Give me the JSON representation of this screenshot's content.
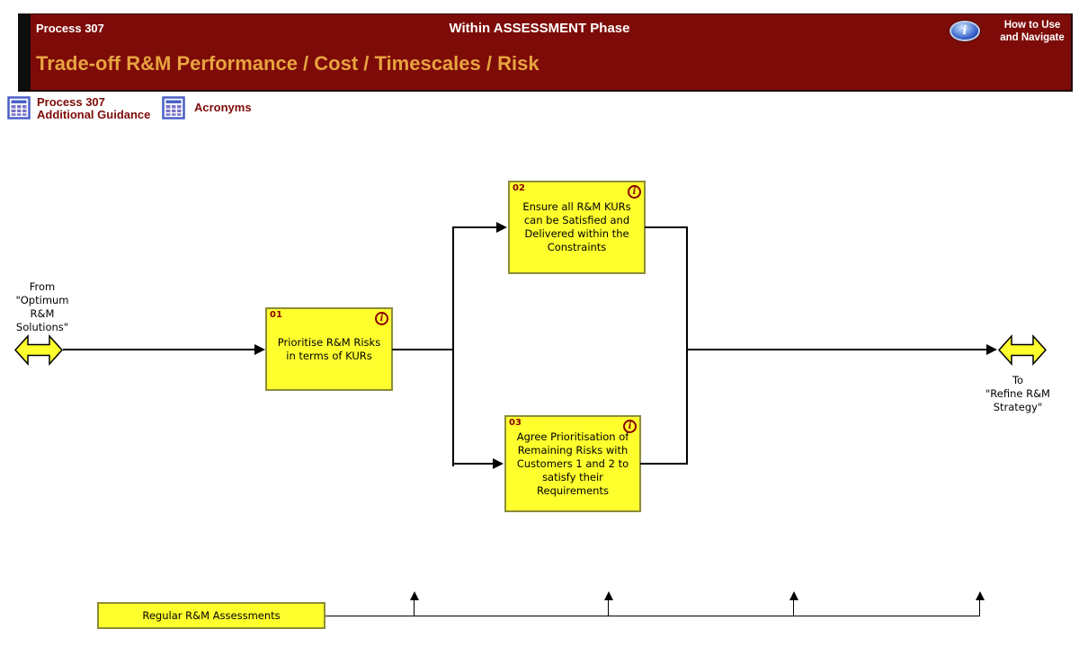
{
  "header": {
    "process_label": "Process 307",
    "phase_label": "Within ASSESSMENT Phase",
    "title": "Trade-off R&M Performance / Cost / Timescales / Risk",
    "help_label": "How to Use\nand Navigate",
    "info_glyph": "i"
  },
  "toolbar": {
    "guidance_link": "Process 307\nAdditional Guidance",
    "acronyms_link": "Acronyms"
  },
  "diagram": {
    "start_label": "From\n\"Optimum\nR&M\nSolutions\"",
    "end_label": "To\n\"Refine R&M\nStrategy\"",
    "info_glyph": "i",
    "boxes": [
      {
        "number": "01",
        "text": "Prioritise R&M Risks\nin terms of KURs"
      },
      {
        "number": "02",
        "text": "Ensure all R&M KURs\ncan be Satisfied and\nDelivered within the\nConstraints"
      },
      {
        "number": "03",
        "text": "Agree Prioritisation of\nRemaining Risks with\nCustomers 1 and 2 to\nsatisfy their\nRequirements"
      }
    ],
    "assessment_label": "Regular R&M Assessments"
  },
  "colors": {
    "header_bg": "#7D0B08",
    "title_gold": "#E8A33F",
    "box_yellow": "#FFFF2E",
    "box_border": "#8C8C38",
    "accent_dark_red": "#8B0000",
    "link_maroon": "#7D0B08"
  }
}
